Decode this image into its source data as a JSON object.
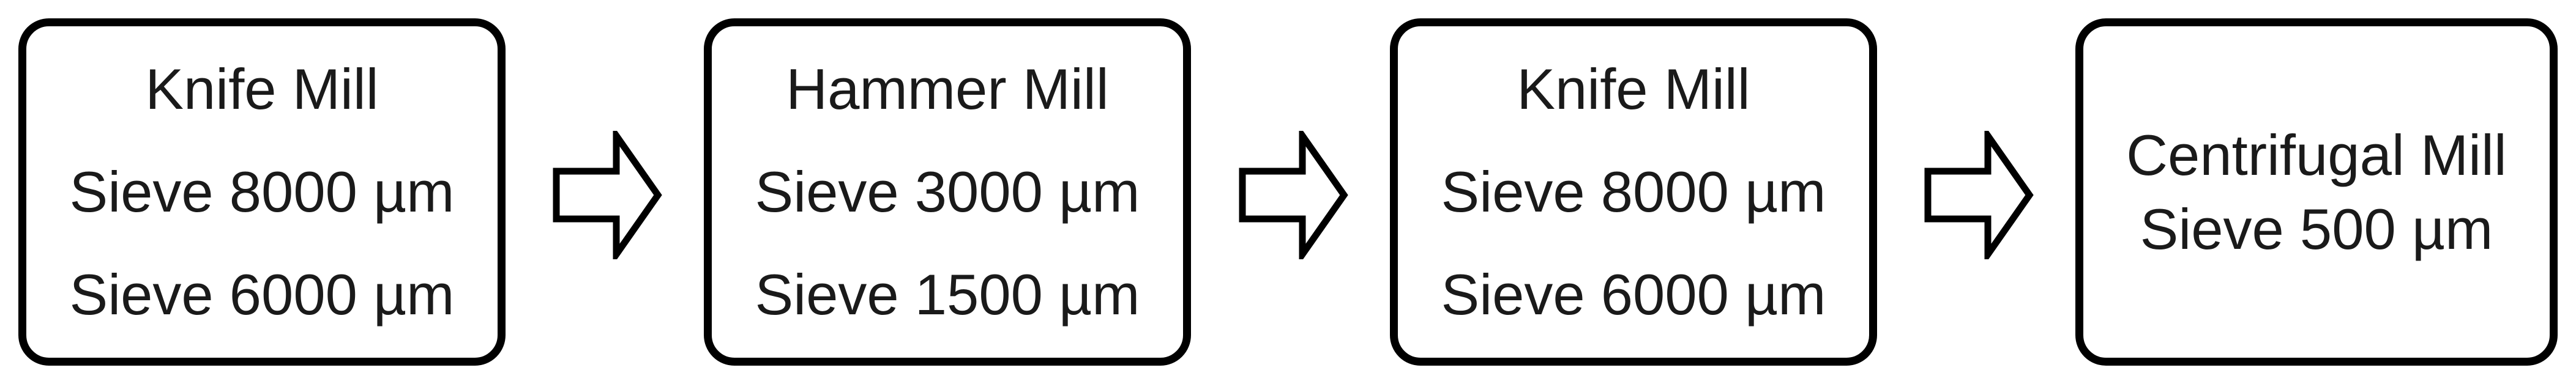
{
  "steps": [
    {
      "lines": [
        "Knife Mill",
        "Sieve 8000 µm",
        "Sieve 6000 µm"
      ]
    },
    {
      "lines": [
        "Hammer Mill",
        "Sieve 3000 µm",
        "Sieve 1500 µm"
      ]
    },
    {
      "lines": [
        "Knife Mill",
        "Sieve 8000 µm",
        "Sieve 6000 µm"
      ]
    },
    {
      "lines": [
        "Centrifugal Mill",
        "Sieve 500 µm"
      ]
    }
  ],
  "arrow_icon": "right-arrow-icon",
  "colors": {
    "stroke": "#000000",
    "fill": "#ffffff",
    "text": "#1a1a1a"
  }
}
